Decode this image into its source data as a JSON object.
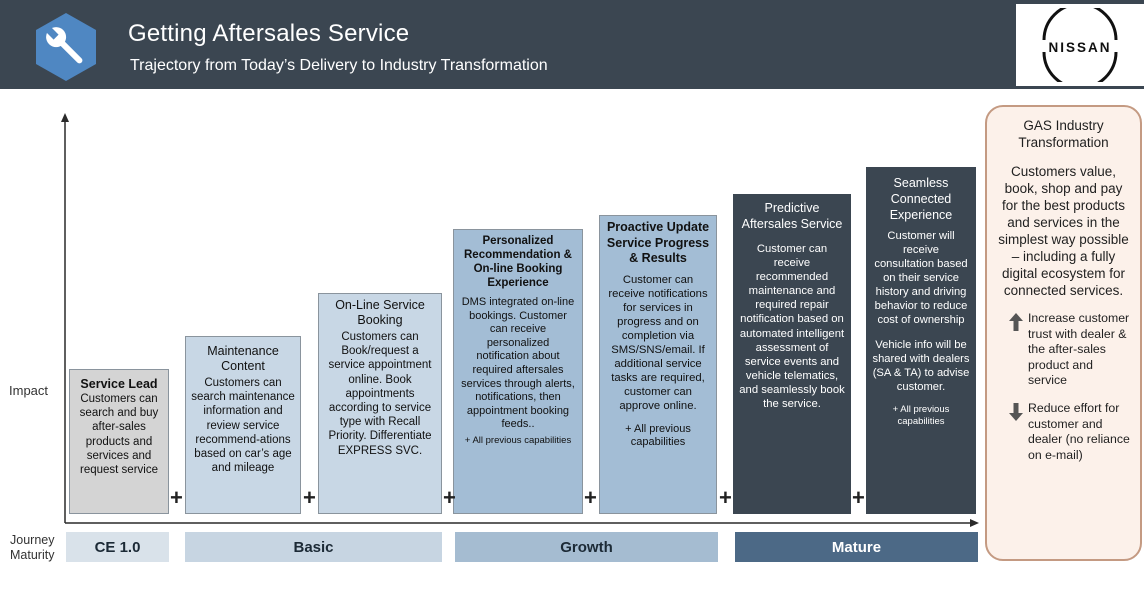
{
  "header": {
    "title": "Getting Aftersales Service",
    "subtitle": "Trajectory from Today’s Delivery to Industry Transformation",
    "icon": "wrench-icon",
    "logo_text": "NISSAN",
    "background_color": "#3b4651"
  },
  "axes": {
    "y_label": "Impact",
    "x_label_line1": "Journey",
    "x_label_line2": "Maturity"
  },
  "stages": [
    {
      "label": "CE 1.0",
      "color": "#d9e2ea"
    },
    {
      "label": "Basic",
      "color": "#c7d5e2"
    },
    {
      "label": "Growth",
      "color": "#a5bcd1"
    },
    {
      "label": "Mature",
      "color": "#4c6986"
    }
  ],
  "steps": [
    {
      "title": "Service Lead",
      "description": "Customers can search and buy after-sales products and services and request service"
    },
    {
      "title": "Maintenance Content",
      "description": "Customers can search maintenance information and review service recommend-ations based on car’s age and mileage"
    },
    {
      "title": "On-Line Service Booking",
      "description": "Customers can Book/request a service appointment online. Book appointments according to service type with Recall Priority. Differentiate EXPRESS SVC."
    },
    {
      "title": "Personalized Recommendation & On-line Booking Experience",
      "description": "DMS integrated on-line bookings. Customer can receive personalized notification about required aftersales services through alerts, notifications, then appointment booking feeds..",
      "note": "+ All previous capabilities"
    },
    {
      "title": "Proactive Update Service Progress & Results",
      "description": "Customer can receive notifications for services in progress and on completion via SMS/SNS/email. If additional service tasks are required, customer can approve online.",
      "note": "+ All previous capabilities"
    },
    {
      "title": "Predictive Aftersales Service",
      "description": "Customer can receive recommended maintenance and required repair notification based on automated intelligent assessment of service events and vehicle telematics, and seamlessly book the service."
    },
    {
      "title": "Seamless Connected Experience",
      "description": "Customer will receive consultation based on their service history and driving behavior to reduce cost of ownership",
      "description2": "Vehicle info will be shared with dealers (SA & TA) to advise customer.",
      "note": "+ All previous capabilities"
    }
  ],
  "connector": "+",
  "gas": {
    "title": "GAS Industry Transformation",
    "description": "Customers value, book, shop and pay for the best products and services in the simplest way possible – including a fully digital ecosystem for connected services.",
    "bullets": [
      {
        "icon": "arrow-up-icon",
        "text": "Increase customer trust with dealer & the after-sales product and service"
      },
      {
        "icon": "arrow-down-icon",
        "text": "Reduce effort for customer and dealer (no reliance on e-mail)"
      }
    ],
    "background_color": "#fcf1ea",
    "border_color": "#c49a82"
  }
}
